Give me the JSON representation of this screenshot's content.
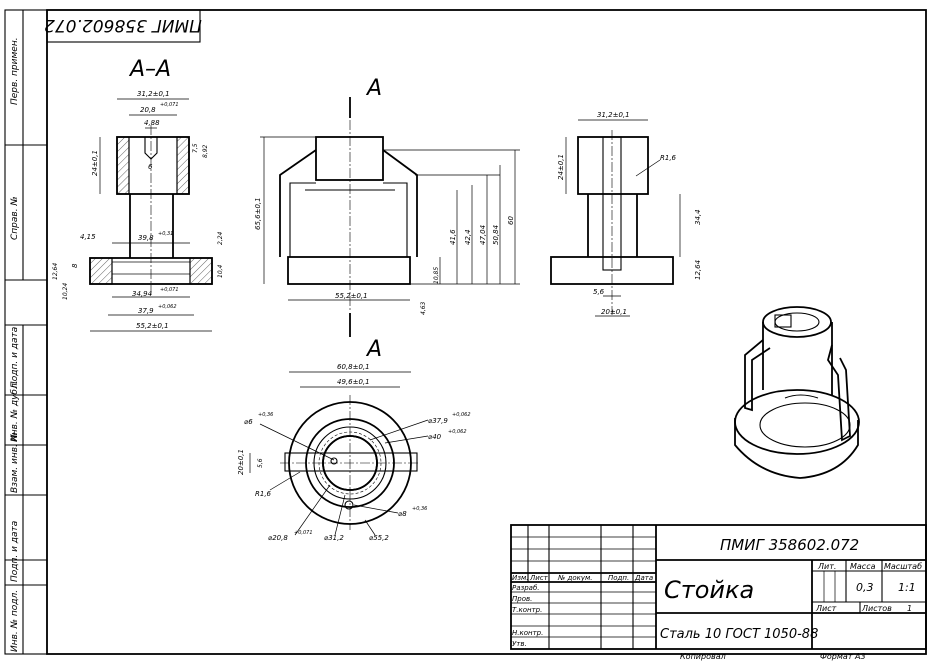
{
  "stamp": {
    "designation": "ПМИГ 358602.072",
    "designation_mirrored": "ПМИГ 358602.072",
    "title": "Стойка",
    "material": "Сталь 10  ГОСТ 1050-88",
    "lit_label": "Лит.",
    "mass_label": "Масса",
    "scale_label": "Масштаб",
    "mass_value": "0,3",
    "scale_value": "1:1",
    "sheet_label": "Лист",
    "sheets_label": "Листов",
    "sheets_value": "1",
    "cols": [
      "Изм.",
      "Лист",
      "№ докум.",
      "Подп.",
      "Дата"
    ],
    "roles": [
      "Разраб.",
      "Пров.",
      "Т.контр.",
      "",
      "Н.контр.",
      "Утв."
    ],
    "copied": "Копировал",
    "format": "Формат   А3"
  },
  "side_column": {
    "labels": [
      "Перв. примен.",
      "Справ. №",
      "Подп. и дата",
      "Инв. № дубл.",
      "Взам. инв. №",
      "Подп. и дата",
      "Инв. № подл."
    ]
  },
  "section": {
    "label_section": "А–А",
    "label_cut": "А"
  },
  "dims_section": [
    "31,2±0,1",
    "20,8",
    "+0,071",
    "4,88",
    "7,5",
    "8,92",
    "24±0,1",
    "6",
    "4,15",
    "39,8",
    "+0,31",
    "2,24",
    "12,64",
    "8",
    "10,4",
    "10,24",
    "34,94",
    "+0,071",
    "37,9",
    "+0,062",
    "55,2±0,1"
  ],
  "dims_front": [
    "65,6±0,1",
    "41,6",
    "42,4",
    "47,04",
    "50,84",
    "60",
    "10,85",
    "55,2±0,1",
    "4,63"
  ],
  "dims_side": [
    "31,2±0,1",
    "R1,6",
    "24±0,1",
    "34,4",
    "12,64",
    "5,6",
    "20±0,1"
  ],
  "dims_top": [
    "60,8±0,1",
    "49,6±0,1",
    "⌀6",
    "+0,36",
    "⌀37,9",
    "+0,062",
    "⌀40",
    "+0,062",
    "20±0,1",
    "5,6",
    "R1,6",
    "⌀8",
    "+0,36",
    "⌀20,8",
    "+0,071",
    "⌀31,2",
    "⌀55,2"
  ]
}
